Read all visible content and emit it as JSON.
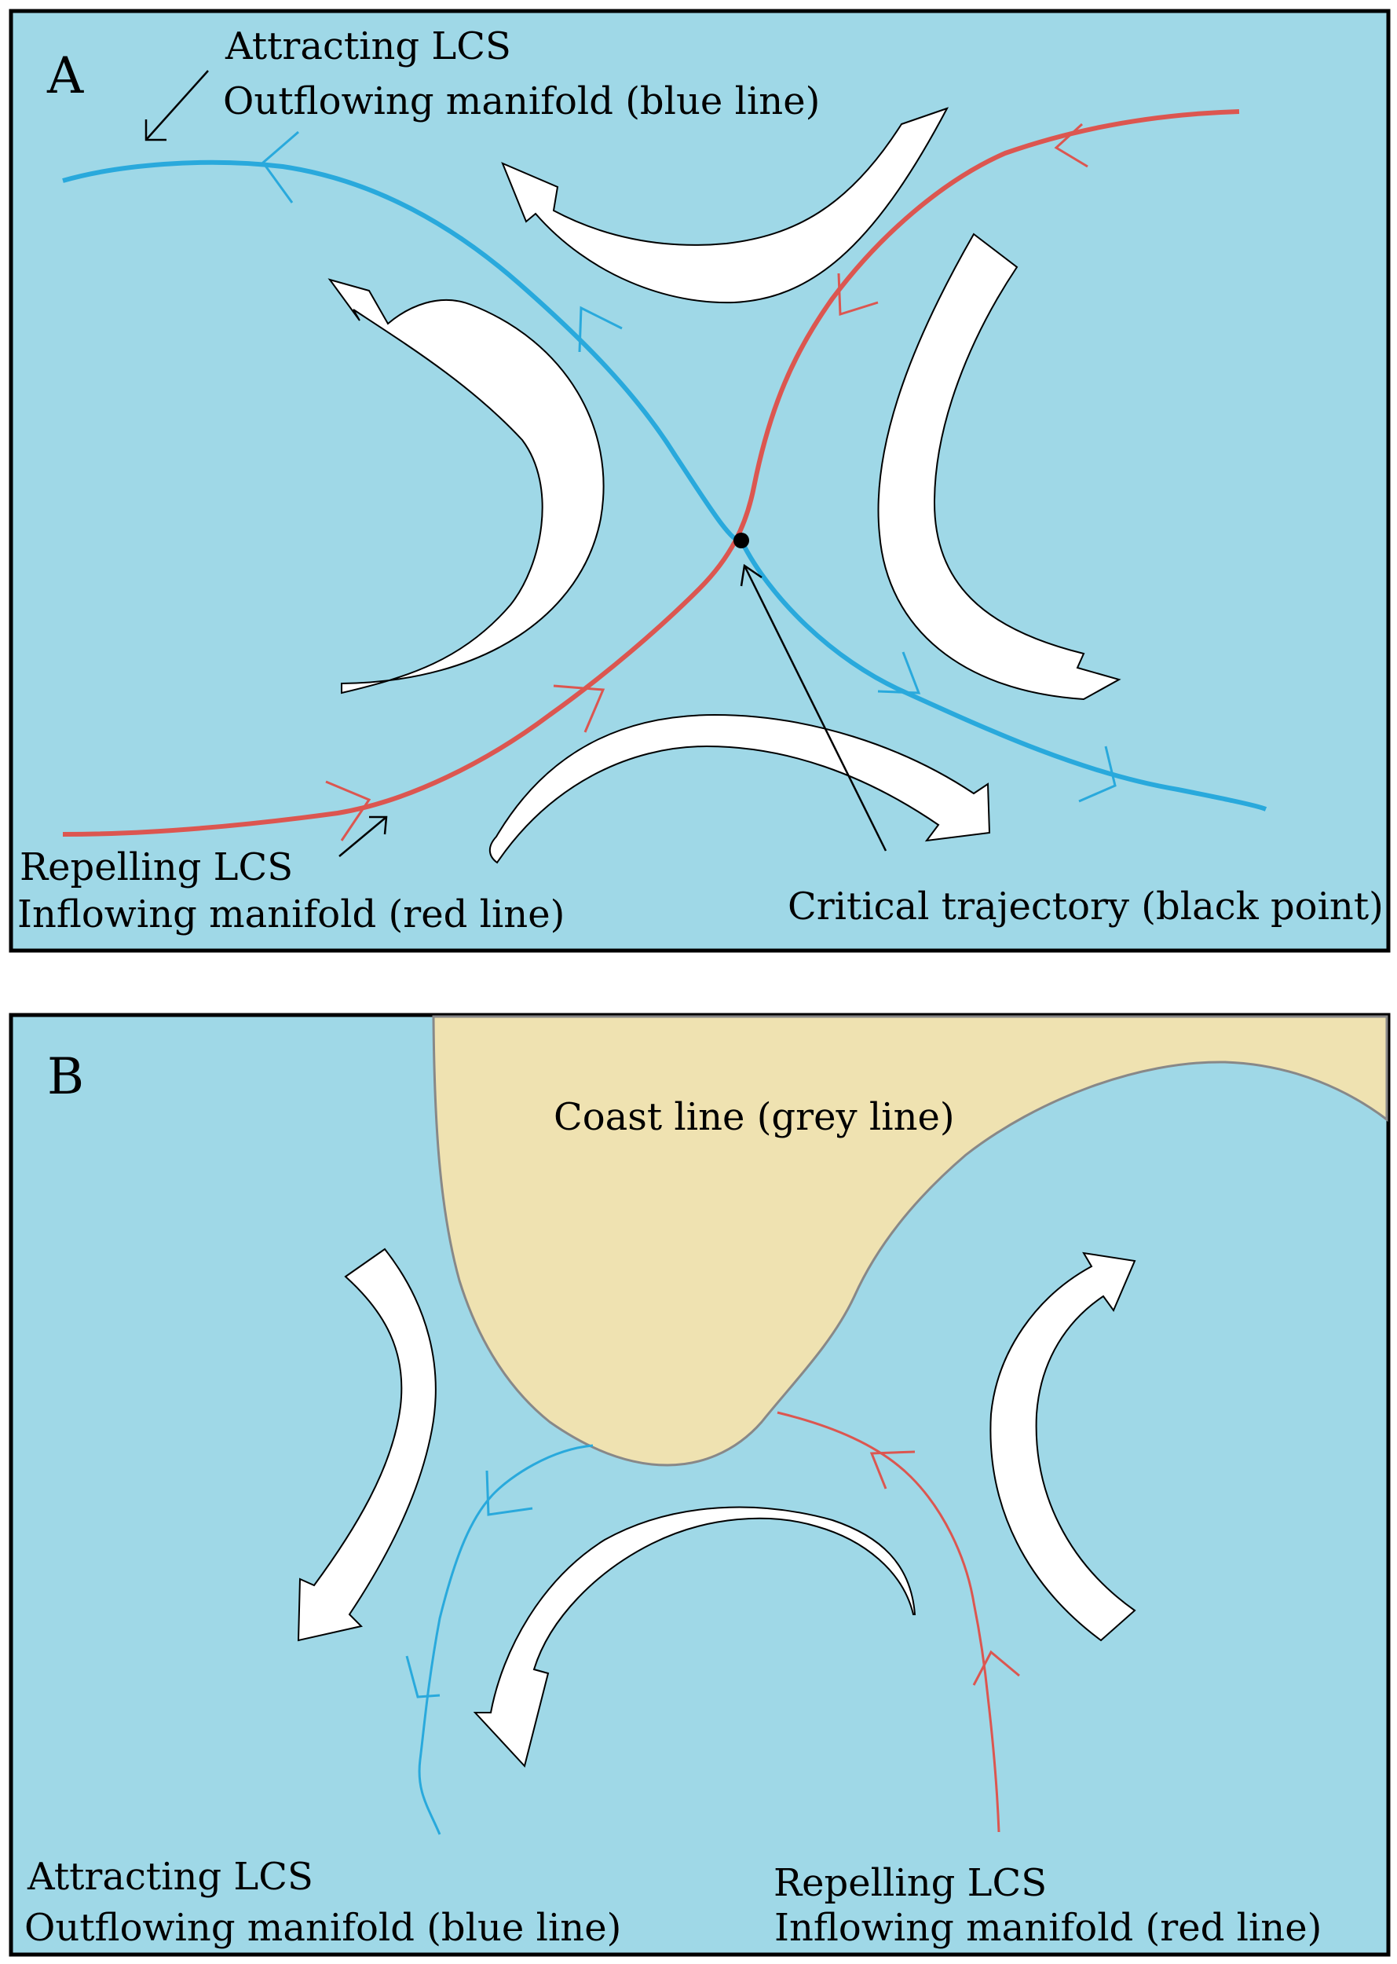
{
  "colors": {
    "water": "#9fd8e7",
    "land": "#efe2b1",
    "attracting": "#29a9dc",
    "repelling": "#dc5650",
    "coast": "#888888",
    "frame": "#000000",
    "flow_arrow_fill": "#ffffff"
  },
  "panel_a": {
    "letter": "A",
    "attracting_label_1": "Attracting LCS",
    "attracting_label_2": "Outflowing manifold (blue line)",
    "repelling_label_1": "Repelling LCS",
    "repelling_label_2": "Inflowing manifold (red line)",
    "critical_label": "Critical trajectory (black point)"
  },
  "panel_b": {
    "letter": "B",
    "coast_label": "Coast line (grey line)",
    "attracting_label_1": "Attracting LCS",
    "attracting_label_2": "Outflowing manifold (blue line)",
    "repelling_label_1": "Repelling LCS",
    "repelling_label_2": "Inflowing manifold (red line)"
  }
}
